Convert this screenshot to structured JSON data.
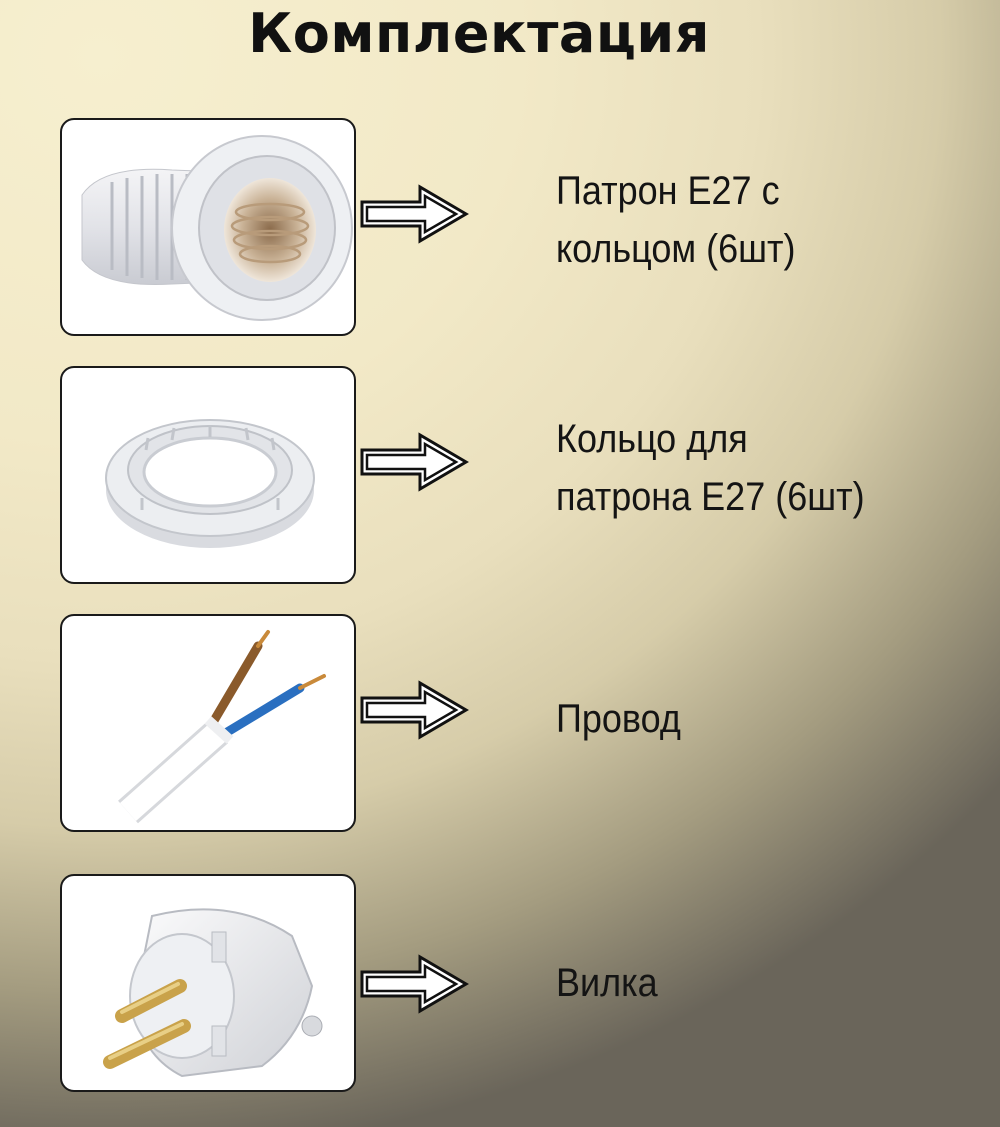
{
  "title": "Комплектация",
  "items": [
    {
      "lines": [
        "Патрон Е27 с",
        "кольцом (6шт)"
      ],
      "icon": "lamp-socket-icon"
    },
    {
      "lines": [
        "Кольцо для",
        "патрона Е27 (6шт)"
      ],
      "icon": "socket-ring-icon"
    },
    {
      "lines": [
        "Провод"
      ],
      "icon": "wire-icon"
    },
    {
      "lines": [
        "Вилка"
      ],
      "icon": "plug-icon"
    }
  ],
  "colors": {
    "text": "#141414",
    "border": "#1a1a1a",
    "wire_brown": "#8a5a2b",
    "wire_blue": "#2a6fc0",
    "brass": "#c9a24a"
  }
}
